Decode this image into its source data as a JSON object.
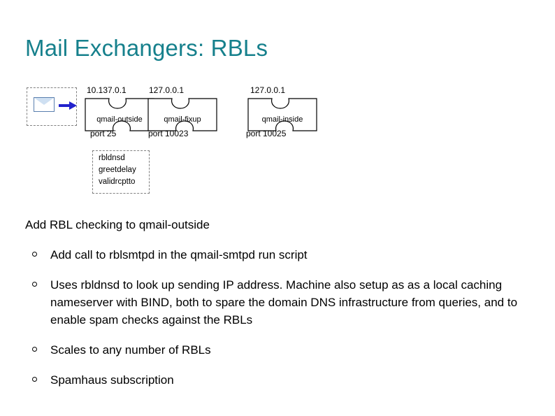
{
  "slide": {
    "title": "Mail Exchangers: RBLs",
    "intro": "Add RBL checking to qmail-outside",
    "bullets": [
      "Add call to rblsmtpd in the qmail-smtpd run script",
      "Uses rbldnsd to look up sending IP address.  Machine also setup as as a local caching nameserver with BIND, both to spare the domain DNS infrastructure from queries, and to enable spam checks against the RBLs",
      "Scales to any number of RBLs",
      "Spamhaus subscription"
    ]
  },
  "diagram": {
    "nodes": [
      {
        "ip": "10.137.0.1",
        "name": "qmail-outside",
        "port": "port 25"
      },
      {
        "ip": "127.0.0.1",
        "name": "qmail-fixup",
        "port": "port 10023"
      },
      {
        "ip": "127.0.0.1",
        "name": "qmail-inside",
        "port": "port 10025"
      }
    ],
    "rbl_box_lines": [
      "rbldnsd",
      "greetdelay",
      "validrcptto"
    ],
    "envelope_icon": "envelope-icon",
    "arrow_icon": "arrow-right-icon"
  },
  "colors": {
    "title": "#16808c",
    "arrow": "#2222cc",
    "dashed_border": "#808080"
  }
}
